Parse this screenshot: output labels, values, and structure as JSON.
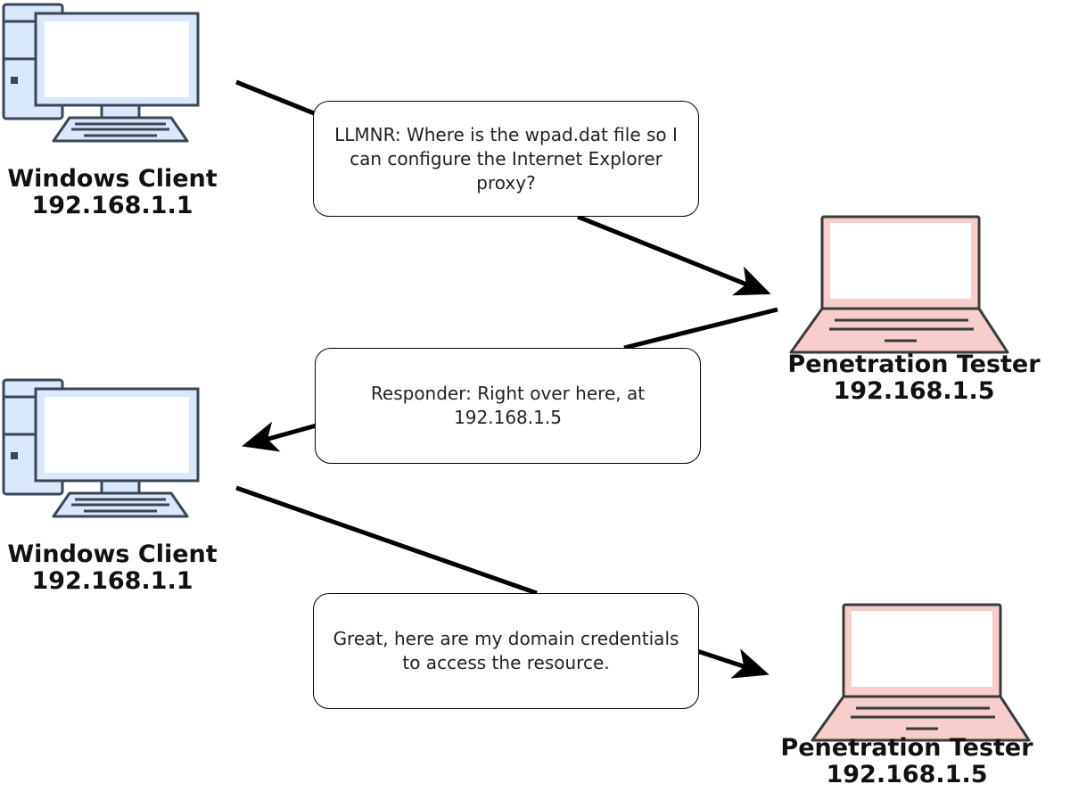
{
  "nodes": {
    "client_1": {
      "name": "Windows Client",
      "ip": "192.168.1.1",
      "icon": "desktop-computer-icon"
    },
    "tester_1": {
      "name": "Penetration Tester",
      "ip": "192.168.1.5",
      "icon": "laptop-icon"
    },
    "client_2": {
      "name": "Windows Client",
      "ip": "192.168.1.1",
      "icon": "desktop-computer-icon"
    },
    "tester_2": {
      "name": "Penetration Tester",
      "ip": "192.168.1.5",
      "icon": "laptop-icon"
    }
  },
  "messages": {
    "llmnr_query": "LLMNR: Where is the wpad.dat file so I can configure the Internet Explorer proxy?",
    "responder_reply": "Responder: Right over here, at 192.168.1.5",
    "credentials": "Great, here are my domain credentials to access the resource."
  },
  "colors": {
    "desktop_fill": "#dae8fc",
    "desktop_stroke": "#3a4556",
    "laptop_fill": "#f8cecc",
    "laptop_stroke": "#3a3a3a",
    "line": "#000000"
  }
}
